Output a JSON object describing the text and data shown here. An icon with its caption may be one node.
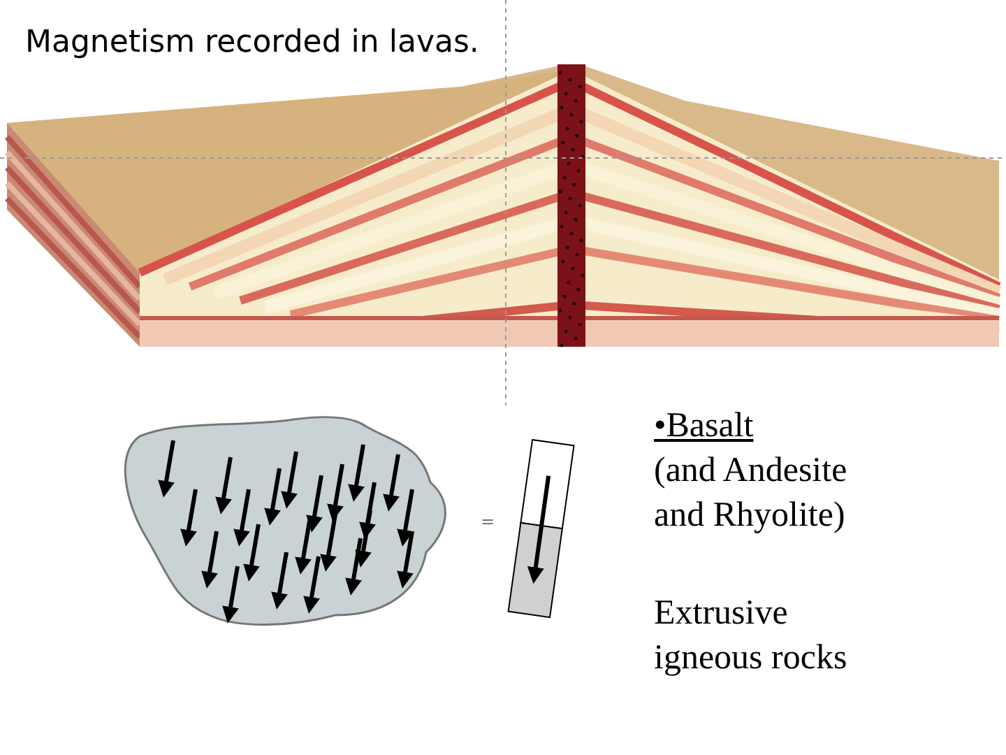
{
  "diagram": {
    "title": "Magnetism recorded in lavas.",
    "labels": [
      "=",
      "•Basalt",
      "(and Andesite and Rhyolite)",
      "Extrusive igneous rocks"
    ]
  }
}
